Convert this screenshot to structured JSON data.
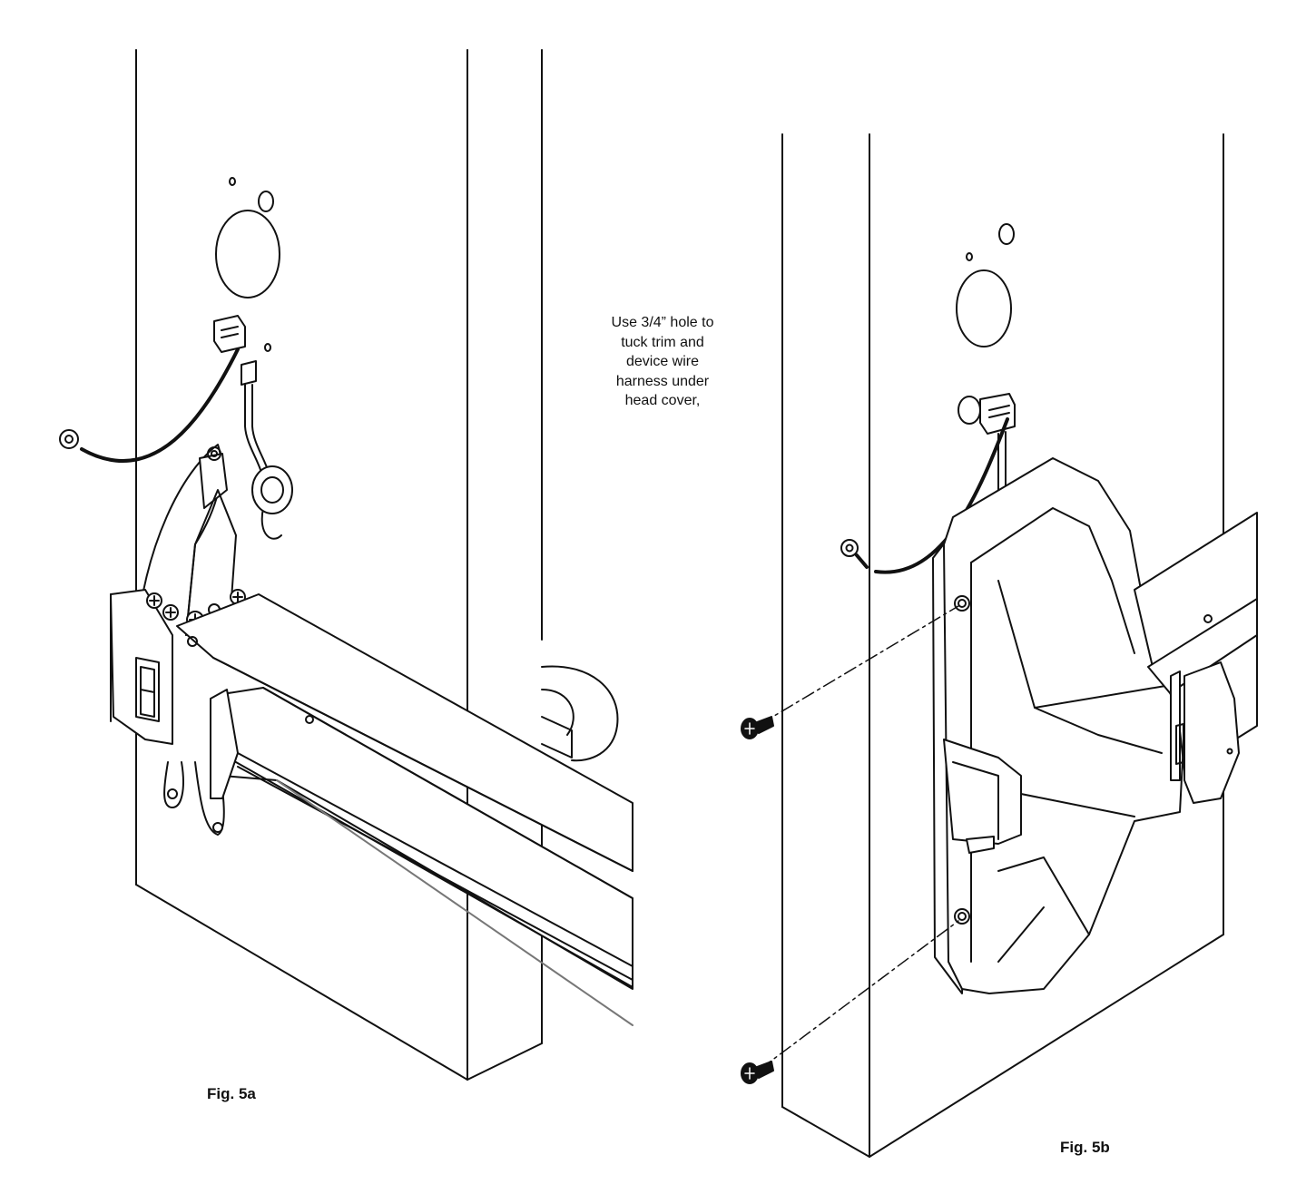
{
  "note": {
    "lines": [
      "Use 3/4” hole to",
      "tuck trim and",
      "device wire",
      "harness under",
      "head cover,"
    ]
  },
  "figures": [
    {
      "caption": "Fig. 5a"
    },
    {
      "caption": "Fig. 5b"
    }
  ]
}
